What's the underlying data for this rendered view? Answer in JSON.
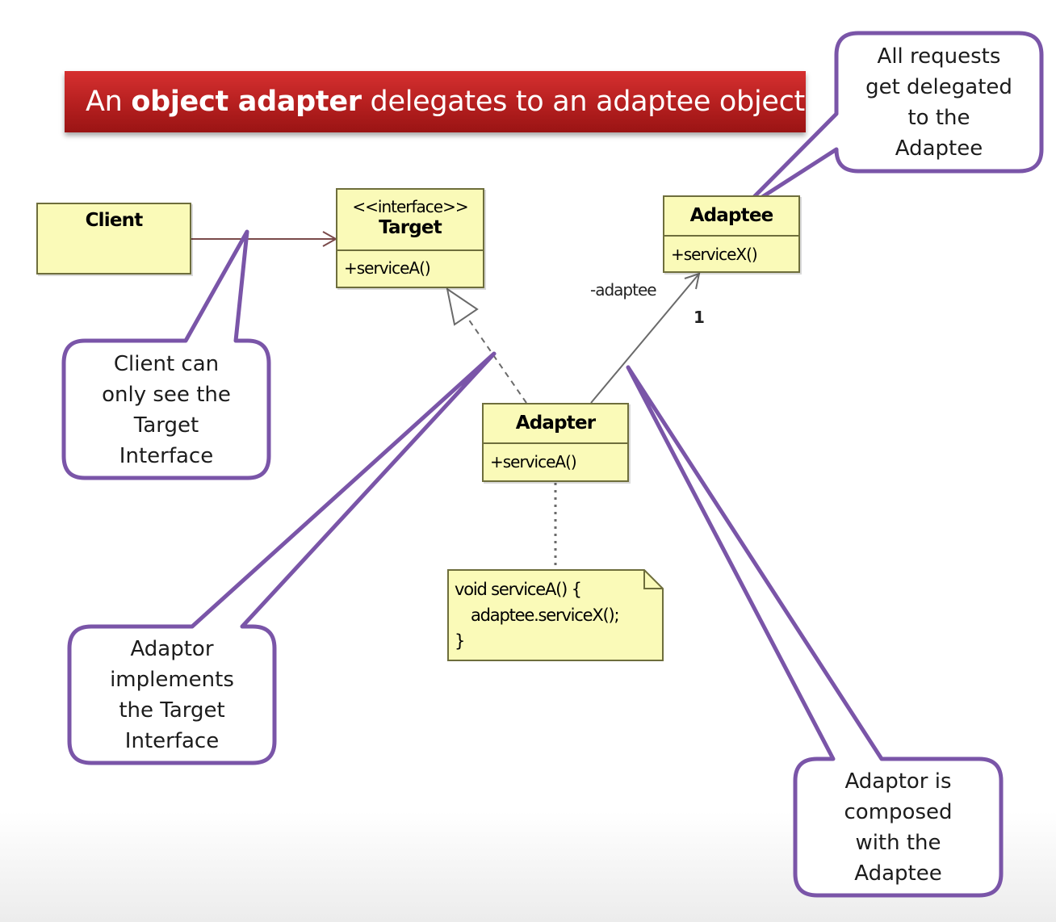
{
  "banner": {
    "prefix": "An ",
    "emphasis": "object adapter",
    "suffix": " delegates to an adaptee object"
  },
  "classes": {
    "client": {
      "name": "Client"
    },
    "target": {
      "stereotype": "<<interface>>",
      "name": "Target",
      "operation": "+serviceA()"
    },
    "adaptee": {
      "name": "Adaptee",
      "operation": "+serviceX()"
    },
    "adapter": {
      "name": "Adapter",
      "operation": "+serviceA()"
    }
  },
  "association": {
    "role": "-adaptee",
    "multiplicity": "1"
  },
  "note": {
    "lines": [
      "void serviceA() {",
      "adaptee.serviceX();",
      "}"
    ]
  },
  "callouts": {
    "client_view": [
      "Client can",
      "only see the",
      "Target",
      "Interface"
    ],
    "delegation": [
      "All requests",
      "get delegated",
      "to the",
      "Adaptee"
    ],
    "implements": [
      "Adaptor",
      "implements",
      "the Target",
      "Interface"
    ],
    "composition": [
      "Adaptor is",
      "composed",
      "with the",
      "Adaptee"
    ]
  },
  "colors": {
    "banner": "#b51f1f",
    "class_fill": "#fafab8",
    "callout_border": "#7a55a8"
  }
}
